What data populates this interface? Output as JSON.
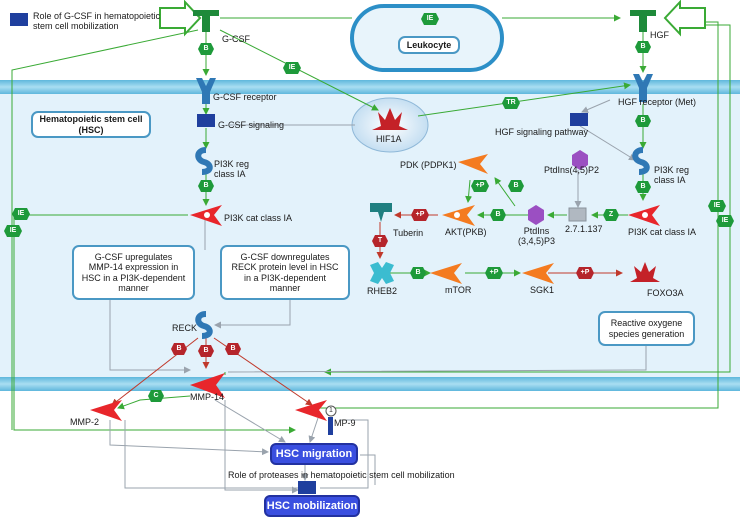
{
  "entities": {
    "gcsf": "G-CSF",
    "hgf": "HGF",
    "leukocyte": "Leukocyte",
    "hif1a": "HIF1A",
    "gcsf_receptor": "G-CSF receptor",
    "hgf_receptor": "HGF receptor (Met)",
    "gcsf_signaling": "G-CSF signaling",
    "hgf_signaling": "HGF signaling pathway",
    "hsc": "Hematopoietic stem cell\n(HSC)",
    "pi3k_reg_left": "PI3K reg\nclass IA",
    "pi3k_reg_right": "PI3K reg\nclass IA",
    "pi3k_cat_left": "PI3K cat class IA",
    "pi3k_cat_right": "PI3K cat class IA",
    "pdk": "PDK (PDPK1)",
    "ptdins45p2": "PtdIns(4,5)P2",
    "akt": "AKT(PKB)",
    "ptdins345p3": "PtdIns\n(3,4,5)P3",
    "enzyme": "2.7.1.137",
    "tuberin": "Tuberin",
    "rheb2": "RHEB2",
    "mtor": "mTOR",
    "sgk1": "SGK1",
    "foxo3a": "FOXO3A",
    "ros": "Reactive oxygene\nspecies generation",
    "mmp14_up": "G-CSF upregulates\nMMP-14 expression in\nHSC in a PI3K-dependent\nmanner",
    "reck_down": "G-CSF downregulates\nRECK protein level in HSC\nin a PI3K-dependent\nmanner",
    "reck": "RECK",
    "mmp14": "MMP-14",
    "mmp2": "MMP-2",
    "mmp9": "MP-9",
    "hsc_migration": "HSC migration",
    "hsc_mobilization": "HSC mobilization",
    "role_gcsf": "Role of G-CSF in hematopoietic\nstem cell mobilization",
    "role_proteases": "Role of proteases in hematopoietic stem cell mobilization"
  },
  "badges": {
    "b": "B",
    "ie": "IE",
    "tr": "TR",
    "z": "Z",
    "c": "C",
    "t": "T",
    "p": "+P",
    "one": "1"
  },
  "colors": {
    "membrane": "#7fc8e6",
    "cell_interior": "#dff0fa",
    "green_arrow": "#3aaa35",
    "red_protein": "#e8262b",
    "orange_protein": "#f47b20",
    "purple_compound": "#9b4fc2",
    "teal_protein": "#1f8a8a",
    "gtpase": "#3bbcd0",
    "process_blue": "#3a4fe0"
  }
}
